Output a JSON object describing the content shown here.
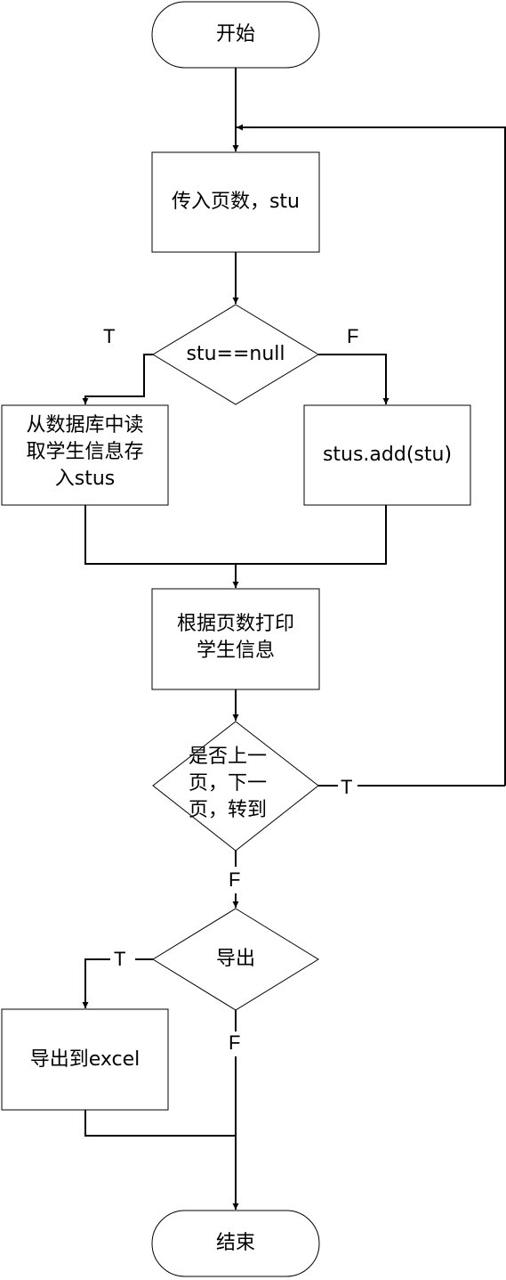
{
  "nodes": {
    "start": "开始",
    "input": "传入页数，stu",
    "check_null": "stu==null",
    "read_db": "从数据库中读\n取学生信息存\n入stus",
    "add_stu": "stus.add(stu)",
    "print_info": "根据页数打印\n学生信息",
    "paging": "是否上一\n页，下一\n页，转到",
    "export_q": "导出",
    "export_excel": "导出到excel",
    "end": "结束"
  },
  "edges": {
    "null_true": "T",
    "null_false": "F",
    "paging_true": "T",
    "paging_false": "F",
    "export_true": "T",
    "export_false": "F"
  },
  "colors": {
    "stroke": "#000000",
    "fill": "#ffffff"
  }
}
